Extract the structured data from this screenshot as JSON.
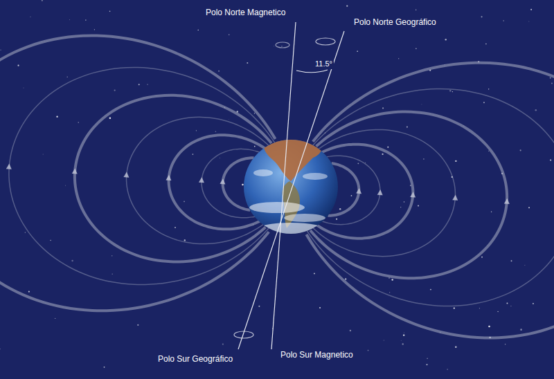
{
  "diagram": {
    "labels": [
      "Polo Norte Magnetico",
      "Polo Norte Geográfico",
      "11.5°",
      "Polo Sur Geográfico",
      "Polo Sur Magnetico"
    ]
  }
}
